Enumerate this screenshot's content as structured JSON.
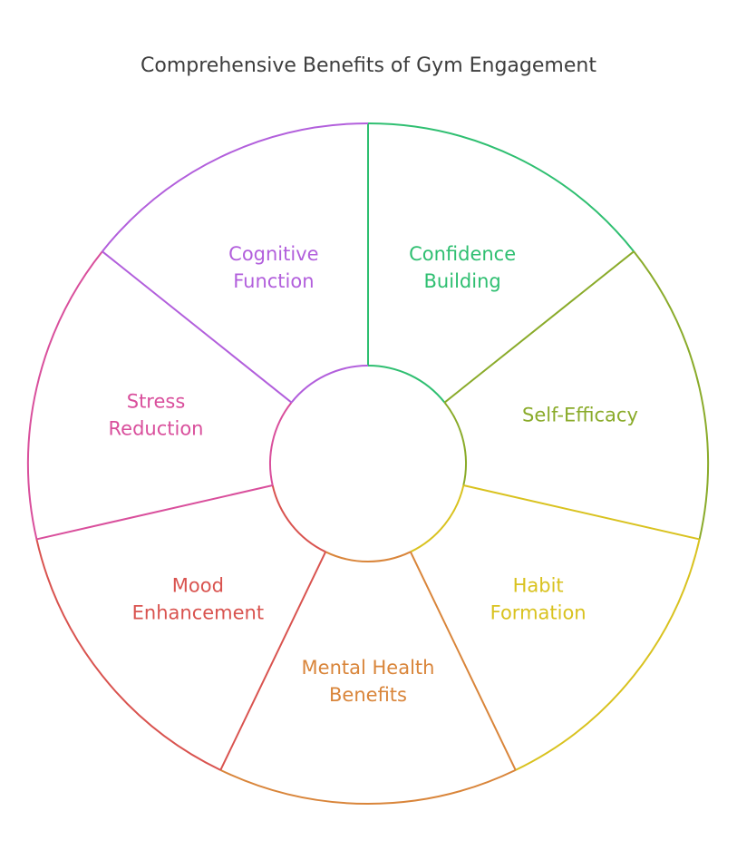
{
  "title": "Comprehensive Benefits of Gym Engagement",
  "center_label": "",
  "segments": [
    {
      "name": "confidence-building",
      "lines": [
        "Confidence",
        "Building"
      ],
      "color": "#2fbf71"
    },
    {
      "name": "self-efficacy",
      "lines": [
        "Self-Efficacy"
      ],
      "color": "#8aab2a"
    },
    {
      "name": "habit-formation",
      "lines": [
        "Habit",
        "Formation"
      ],
      "color": "#d9c21f"
    },
    {
      "name": "mental-health-benefits",
      "lines": [
        "Mental Health",
        "Benefits"
      ],
      "color": "#d9853a"
    },
    {
      "name": "mood-enhancement",
      "lines": [
        "Mood",
        "Enhancement"
      ],
      "color": "#d9534f"
    },
    {
      "name": "stress-reduction",
      "lines": [
        "Stress",
        "Reduction"
      ],
      "color": "#d94f9c"
    },
    {
      "name": "cognitive-function",
      "lines": [
        "Cognitive",
        "Function"
      ],
      "color": "#b25fdc"
    }
  ]
}
